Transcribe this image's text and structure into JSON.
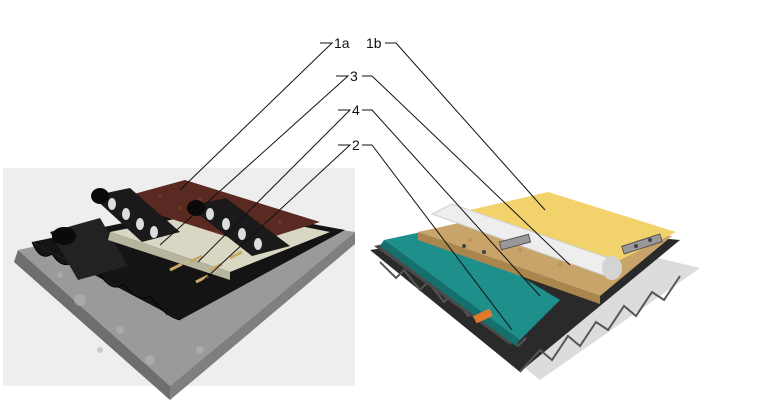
{
  "labels": {
    "l1a": "1a",
    "l1b": "1b",
    "l3": "3",
    "l4": "4",
    "l2": "2"
  },
  "colors": {
    "panel_bg": "#eeeeee",
    "concrete": "#9a9a9a",
    "black_membrane": "#141414",
    "bitumen_cap": "#5a2a22",
    "insulation": "#d9d7c4",
    "teal_membrane": "#1f8f8c",
    "wood_board": "#c9a46a",
    "yellow_layer": "#f2d26b",
    "white_roll": "#eeeeee",
    "steel_deck": "#2a2a2a",
    "orange_tape": "#e07a2a"
  }
}
